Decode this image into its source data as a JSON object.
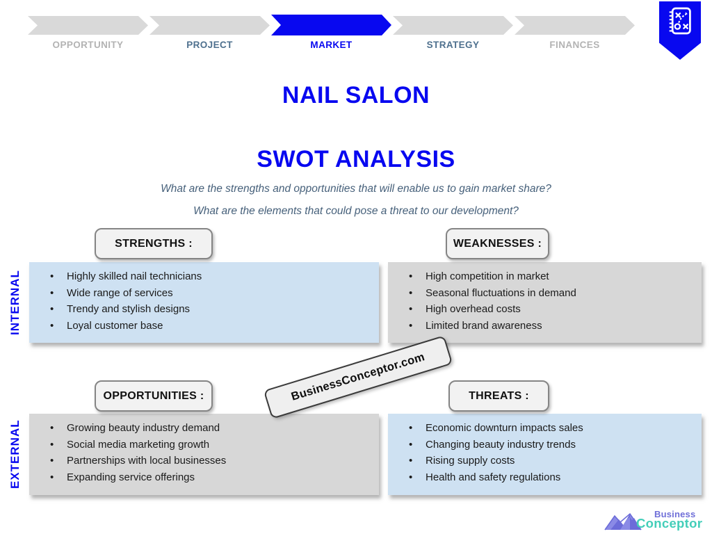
{
  "nav": {
    "steps": [
      {
        "label": "OPPORTUNITY",
        "state": "inactive-light"
      },
      {
        "label": "PROJECT",
        "state": "inactive-dark"
      },
      {
        "label": "MARKET",
        "state": "active"
      },
      {
        "label": "STRATEGY",
        "state": "inactive-dark"
      },
      {
        "label": "FINANCES",
        "state": "inactive-light"
      }
    ],
    "bookmark_icon": "strategy-board-icon"
  },
  "header": {
    "title": "NAIL SALON",
    "subtitle": "SWOT ANALYSIS",
    "question1": "What are the strengths and opportunities that will enable us to gain market share?",
    "question2": "What are the elements that could pose a threat to our development?"
  },
  "side_labels": {
    "internal": "INTERNAL",
    "external": "EXTERNAL"
  },
  "quadrants": [
    {
      "title": "STRENGTHS :",
      "tone": "blue",
      "items": [
        "Highly skilled nail technicians",
        "Wide range of services",
        "Trendy and stylish designs",
        "Loyal customer base"
      ]
    },
    {
      "title": "WEAKNESSES :",
      "tone": "gray",
      "items": [
        "High competition in market",
        "Seasonal fluctuations in demand",
        "High overhead costs",
        "Limited brand awareness"
      ]
    },
    {
      "title": "OPPORTUNITIES :",
      "tone": "gray",
      "items": [
        "Growing beauty industry demand",
        "Social media marketing growth",
        "Partnerships with local businesses",
        "Expanding service offerings"
      ]
    },
    {
      "title": "THREATS :",
      "tone": "blue",
      "items": [
        "Economic downturn impacts sales",
        "Changing beauty industry trends",
        "Rising supply costs",
        "Health and safety regulations"
      ]
    }
  ],
  "watermark": {
    "text": "BusinessConceptor.com"
  },
  "logo": {
    "line1": "Business",
    "line2": "Conceptor"
  },
  "colors": {
    "accent_blue": "#0808f0",
    "light_blue_box": "#cee1f2",
    "gray_box": "#d7d7d7",
    "chevron_gray": "#d9d9d9",
    "nav_light_text": "#b3b3b3",
    "nav_dark_text": "#4e708e",
    "question_text": "#46607a",
    "logo_purple": "#6f6fd8",
    "logo_teal": "#43ceb9"
  }
}
